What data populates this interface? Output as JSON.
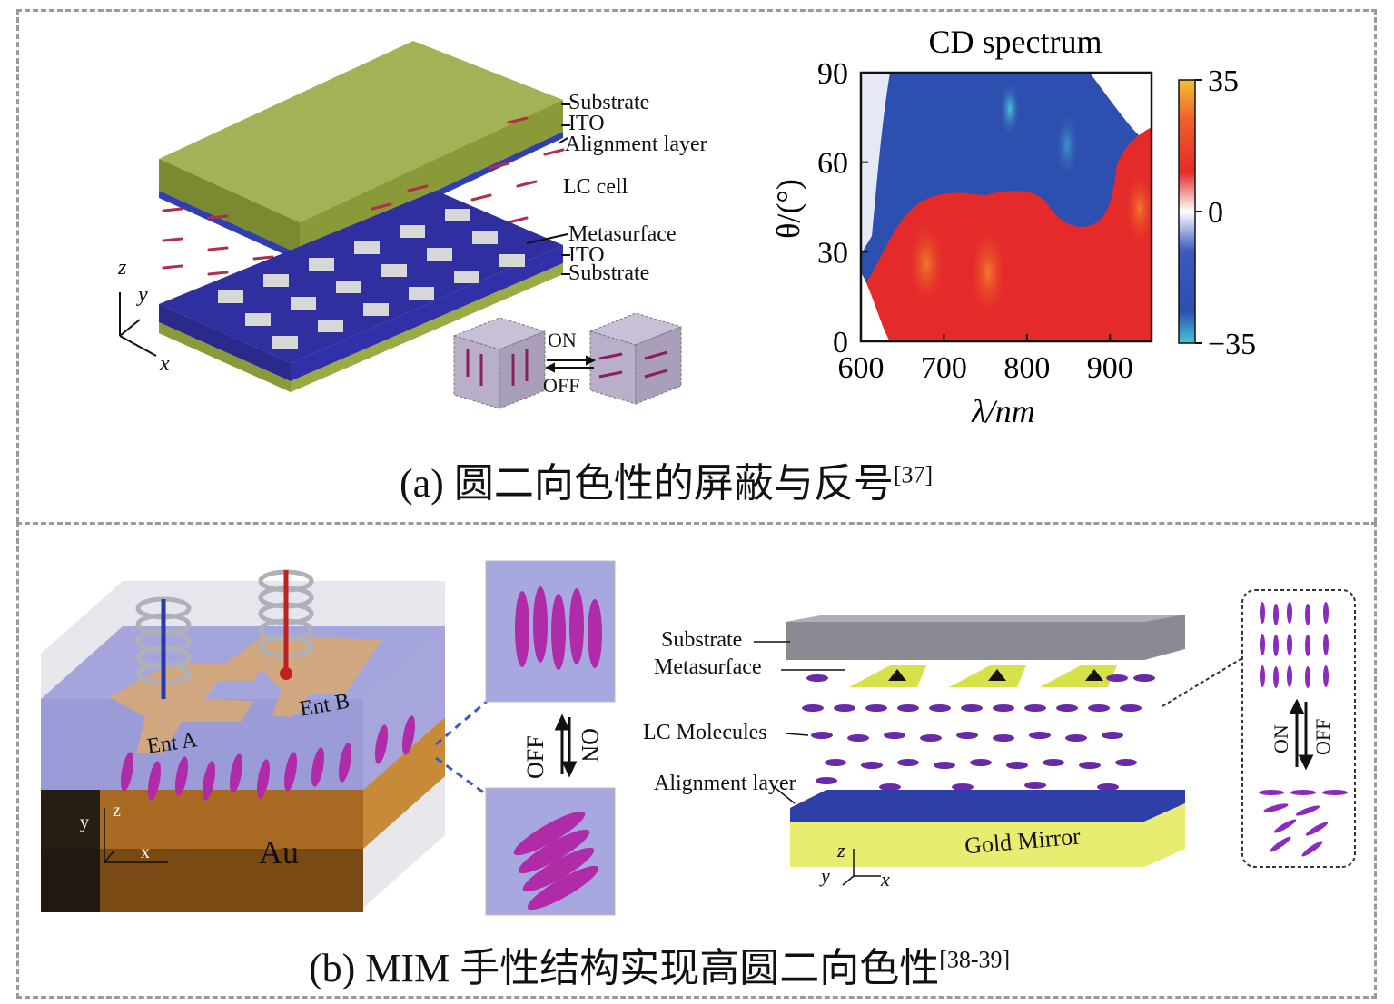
{
  "panel_a": {
    "labels": {
      "substrate_top": "Substrate",
      "ito_top": "ITO",
      "alignment_layer": "Alignment layer",
      "lc_cell": "LC cell",
      "metasurface": "Metasurface",
      "ito_bottom": "ITO",
      "substrate_bottom": "Substrate",
      "on": "ON",
      "off": "OFF",
      "axis_z": "z",
      "axis_y": "y",
      "axis_x": "x"
    },
    "caption": {
      "text": "(a) 圆二向色性的屏蔽与反号",
      "ref": "[37]"
    }
  },
  "chart_data": {
    "type": "heatmap",
    "title": "CD spectrum",
    "xlabel": "λ/nm",
    "ylabel": "θ/(°)",
    "xlim": [
      600,
      950
    ],
    "ylim": [
      0,
      90
    ],
    "x_ticks": [
      "600",
      "700",
      "800",
      "900"
    ],
    "y_ticks": [
      "0",
      "30",
      "60",
      "90"
    ],
    "colorbar": {
      "min": -35,
      "max": 35,
      "ticks": [
        "35",
        "0",
        "−35"
      ]
    },
    "colors": {
      "negative": "#2d4fb0",
      "zero": "#ffffff",
      "positive": "#e42a2a",
      "max": "#f2c12e",
      "min": "#49c6d8"
    }
  },
  "panel_b": {
    "labels": {
      "ent_a": "Ent A",
      "ent_b": "Ent B",
      "au": "Au",
      "off": "OFF",
      "on": "ON",
      "substrate": "Substrate",
      "metasurface": "Metasurface",
      "lc_molecules": "LC Molecules",
      "alignment_layer": "Alignment layer",
      "gold_mirror": "Gold Mirror",
      "axis_x": "x",
      "axis_y": "y",
      "axis_z": "z"
    },
    "caption": {
      "text": "(b) MIM 手性结构实现高圆二向色性",
      "ref": "[38-39]"
    }
  }
}
